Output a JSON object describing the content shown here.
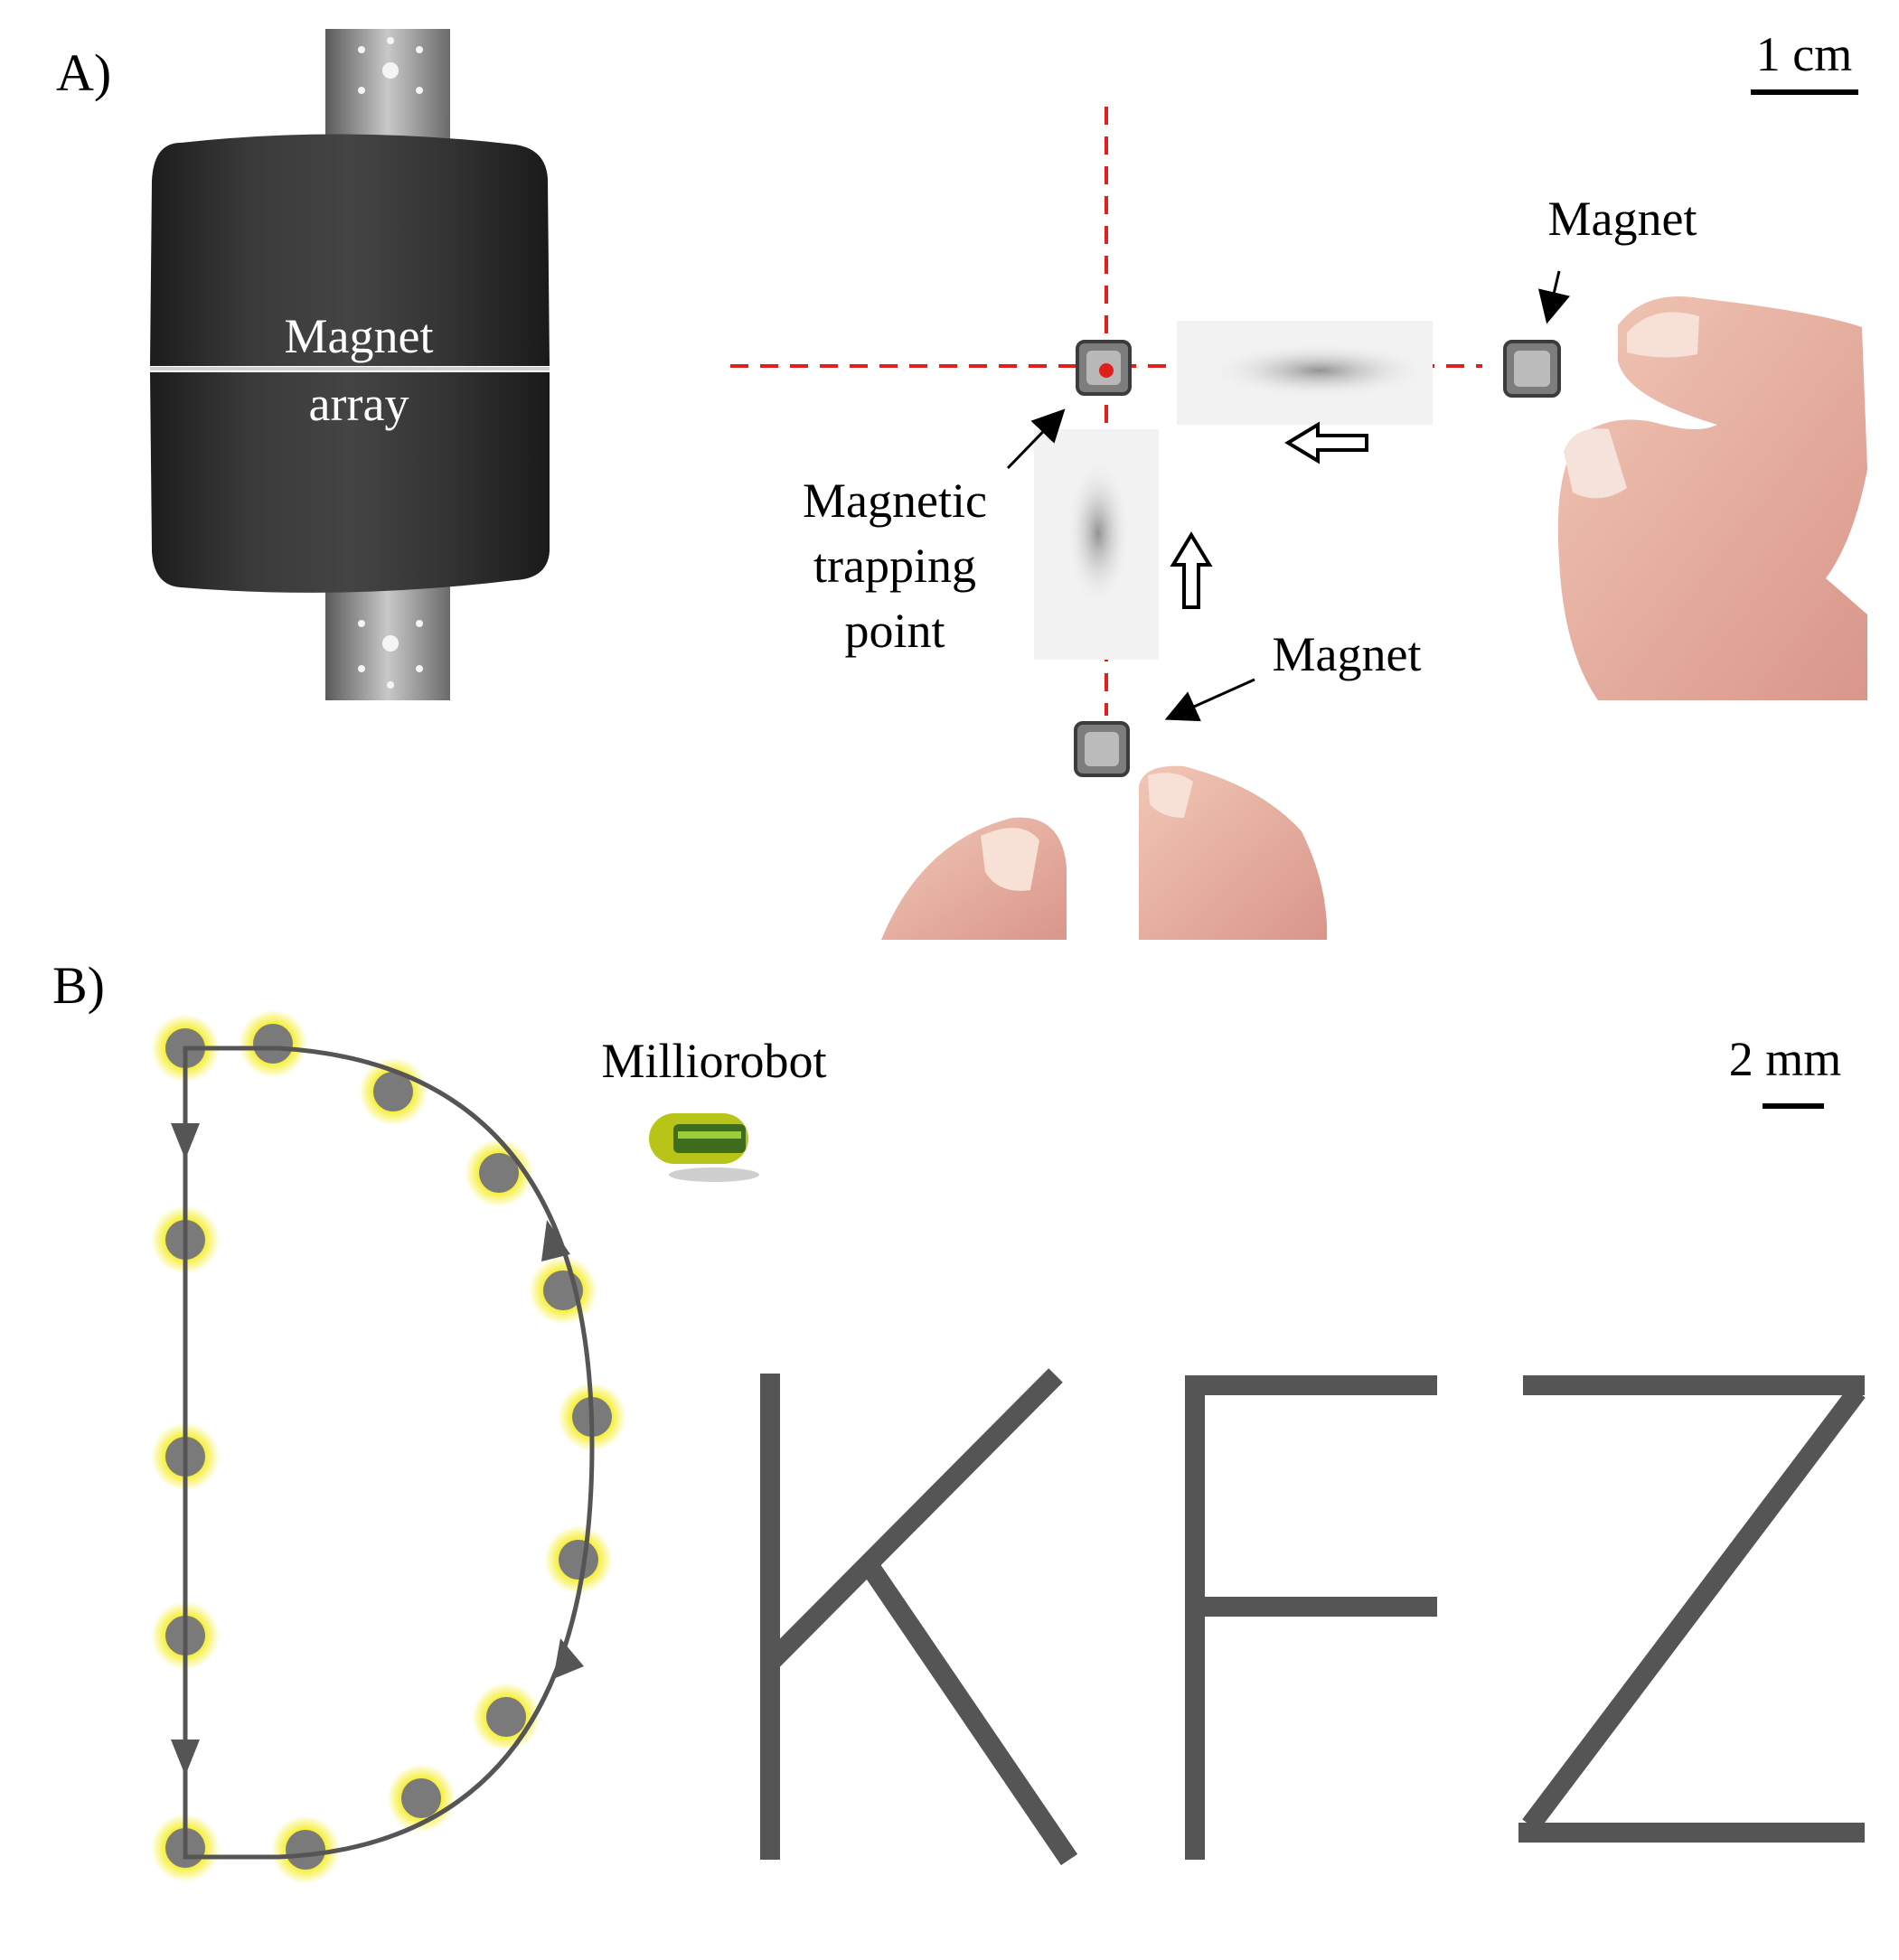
{
  "panel_a": {
    "label": "A)",
    "scale_bar_label": "1 cm",
    "magnet_array_label": [
      "Magnet",
      "array"
    ],
    "trapping_point_label": [
      "Magnetic",
      "trapping",
      "point"
    ],
    "magnet_label_right": "Magnet",
    "magnet_label_bottom": "Magnet"
  },
  "panel_b": {
    "label": "B)",
    "scale_bar_label": "2 mm",
    "milliorobot_label": "Milliorobot",
    "letters": [
      "K",
      "F",
      "Z"
    ]
  },
  "colors": {
    "guide_dash": "#e0201c",
    "path_gray": "#555555",
    "halo_yellow": "#f5ee2a",
    "robot_gray": "#7a7a7a",
    "magnet_block": "#2a2a2a"
  },
  "icons": [
    "arrow-left-outline-icon",
    "arrow-up-outline-icon",
    "path-direction-arrow-icon"
  ]
}
